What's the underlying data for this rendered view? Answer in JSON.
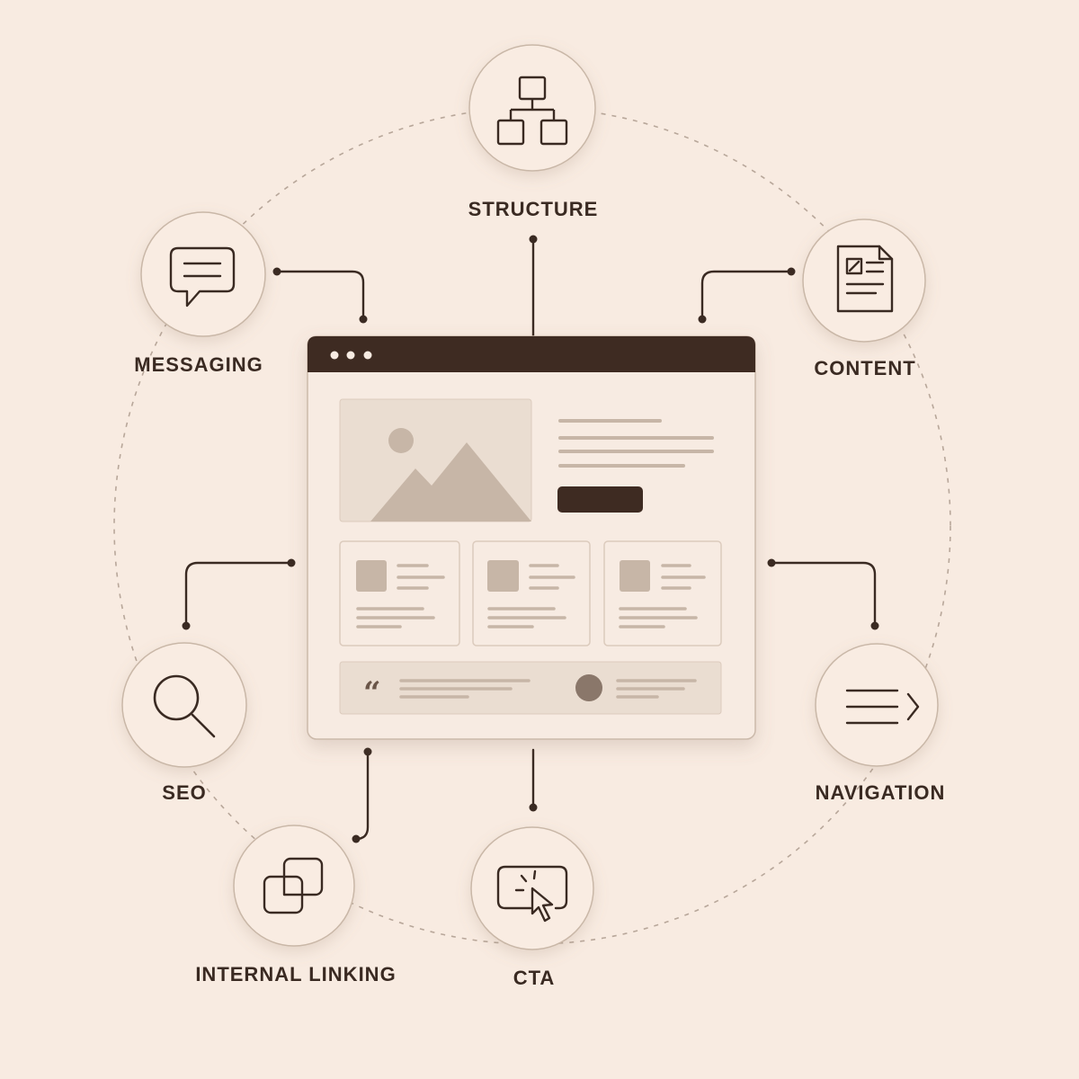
{
  "diagram": {
    "colors": {
      "background": "#f8ebe1",
      "ink": "#3a2a22",
      "circle_fill": "#f9ece2",
      "circle_stroke": "#c9b7a7",
      "dashed_ring": "#b8a79a",
      "window_bar": "#3e2b22",
      "window_body": "#f7ebe2",
      "placeholder": "#c7b6a7",
      "placeholder_light": "#eaddd1",
      "avatar": "#8a776a"
    },
    "nodes": [
      {
        "id": "structure",
        "label": "STRUCTURE",
        "icon": "hierarchy-icon"
      },
      {
        "id": "messaging",
        "label": "MESSAGING",
        "icon": "chat-bubble-icon"
      },
      {
        "id": "content",
        "label": "CONTENT",
        "icon": "document-icon"
      },
      {
        "id": "seo",
        "label": "SEO",
        "icon": "magnifier-icon"
      },
      {
        "id": "navigation",
        "label": "NAVIGATION",
        "icon": "menu-arrow-icon"
      },
      {
        "id": "internal-linking",
        "label": "INTERNAL LINKING",
        "icon": "linked-squares-icon"
      },
      {
        "id": "cta",
        "label": "CTA",
        "icon": "cursor-click-icon"
      }
    ],
    "mockup": {
      "window_dots": 3,
      "card_count": 3,
      "quote_glyph": "“"
    }
  }
}
